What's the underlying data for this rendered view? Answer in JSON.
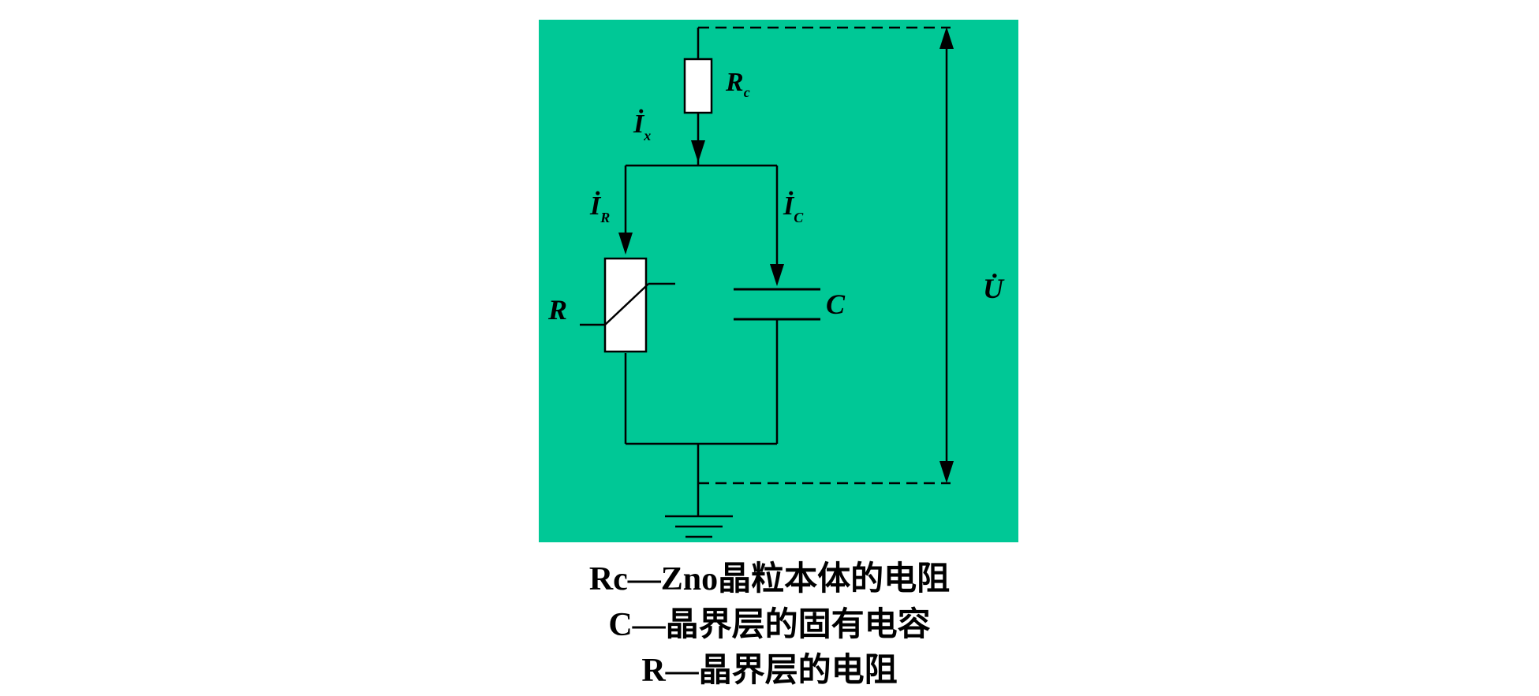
{
  "colors": {
    "panel": "#00c896",
    "wire": "#000000",
    "component_fill": "#ffffff"
  },
  "labels": {
    "rc": "R",
    "rc_sub": "c",
    "ix": "İ",
    "ix_sub": "x",
    "ir": "İ",
    "ir_sub": "R",
    "ic": "İ",
    "ic_sub": "C",
    "r": "R",
    "c": "C",
    "u": "U̇"
  },
  "legend": [
    "Rc—Zno晶粒本体的电阻",
    "C—晶界层的固有电容",
    "R—晶界层的电阻"
  ]
}
